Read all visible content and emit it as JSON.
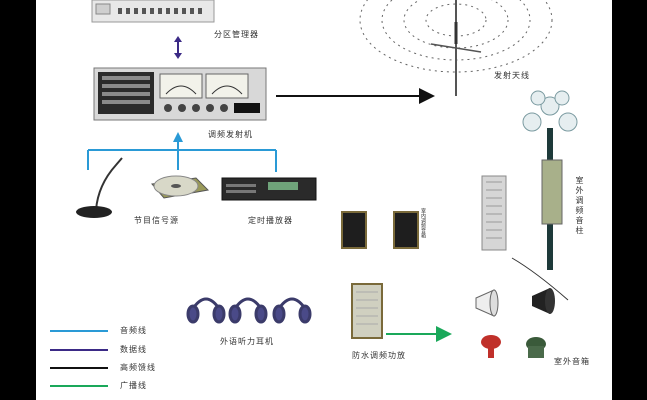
{
  "labels": {
    "zone_manager": "分区管理器",
    "transmitter": "调频发射机",
    "antenna": "发射天线",
    "program_source": "节目信号源",
    "timer_player": "定时播放器",
    "outdoor_column": "室外调频音柱",
    "small_speaker_tag": "室内调频音箱",
    "headphones": "外语听力耳机",
    "waterproof_speaker": "防水调频功放",
    "outdoor_speaker": "室外音箱"
  },
  "legend": [
    {
      "label": "音频线",
      "color": "#2a9ad6"
    },
    {
      "label": "数据线",
      "color": "#3b2a86"
    },
    {
      "label": "高频馈线",
      "color": "#111111"
    },
    {
      "label": "广播线",
      "color": "#1aa85a"
    }
  ],
  "colors": {
    "audio_line": "#2a9ad6",
    "data_line": "#3b2a86",
    "rf_feeder": "#111111",
    "broadcast_line": "#1aa85a"
  }
}
